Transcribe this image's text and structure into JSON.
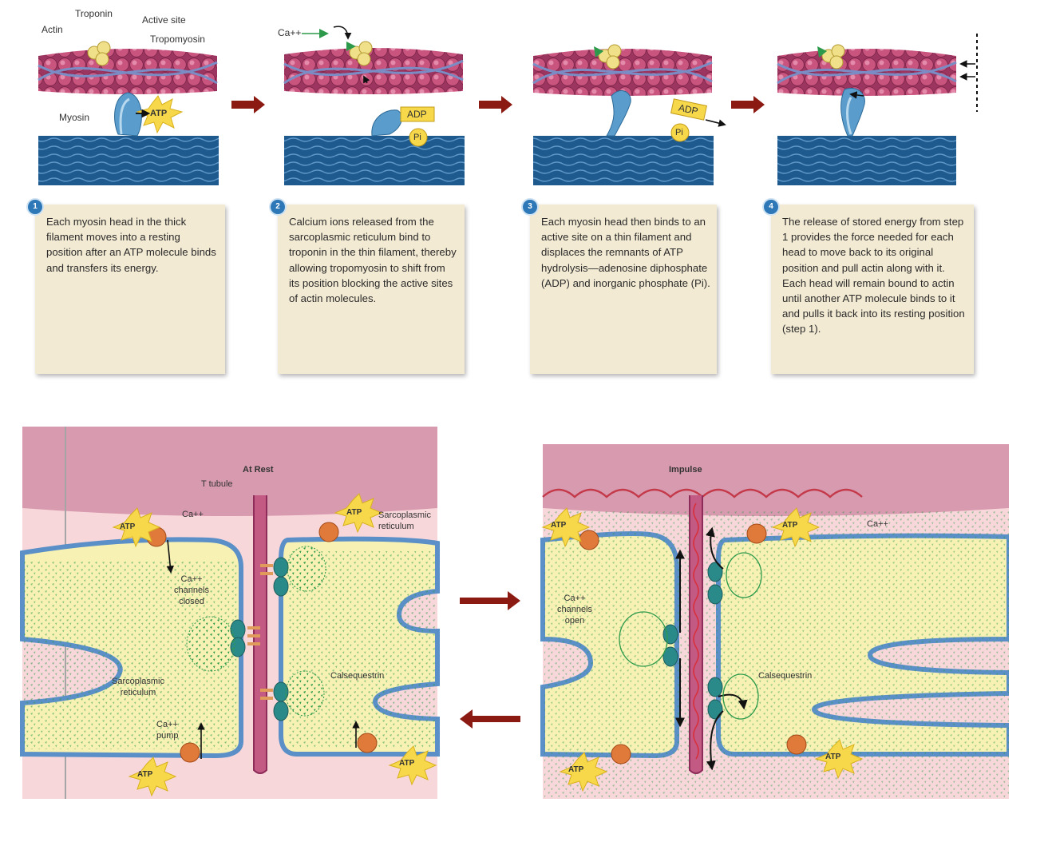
{
  "top_labels": {
    "troponin": "Troponin",
    "actin": "Actin",
    "active_site": "Active site",
    "tropomyosin": "Tropomyosin",
    "myosin": "Myosin",
    "calcium": "Ca++",
    "atp": "ATP",
    "adp": "ADP",
    "pi": "Pi"
  },
  "steps": [
    {
      "number": "1",
      "text": "Each myosin head in the thick filament moves into a resting position after an ATP molecule binds and transfers its energy."
    },
    {
      "number": "2",
      "text": "Calcium ions released from the sarcoplasmic reticulum bind to troponin in the thin filament, thereby allowing tropomyosin to shift from its position blocking the active sites of actin molecules."
    },
    {
      "number": "3",
      "text": "Each myosin head then binds to an active site on a thin filament and displaces the remnants of ATP hydrolysis—adenosine diphosphate (ADP) and inorganic phosphate (Pi)."
    },
    {
      "number": "4",
      "text": "The release of stored energy from step 1 provides the force needed for each head to move back to its original position and pull actin along with it.  Each head will remain bound to actin until another ATP molecule binds to it and pulls it back into its resting position (step 1)."
    }
  ],
  "bottom_left": {
    "title": "At Rest",
    "t_tubule": "T tubule",
    "ca": "Ca++",
    "atp": "ATP",
    "sarcoplasmic_reticulum_top": "Sarcoplasmic reticulum",
    "channels_closed": "Ca++ channels closed",
    "calsequestrin": "Calsequestrin",
    "sarcoplasmic_reticulum_left": "Sarcoplasmic reticulum",
    "ca_pump": "Ca++ pump"
  },
  "bottom_right": {
    "title": "Impulse",
    "ca": "Ca++",
    "atp": "ATP",
    "channels_open": "Ca++ channels open",
    "calsequestrin": "Calsequestrin"
  },
  "colors": {
    "actin": "#b5456e",
    "thick_filament": "#1f5a8e",
    "myosin_head": "#5a9ccc",
    "atp_burst": "#f6d84a",
    "card_bg": "#f3ead3",
    "arrow": "#8b1a12",
    "cytoplasm": "#f8d7da",
    "reticulum_fill": "#f7f2b4",
    "reticulum_border": "#5b8fc7",
    "calcium_ion": "#2d9a4b"
  }
}
